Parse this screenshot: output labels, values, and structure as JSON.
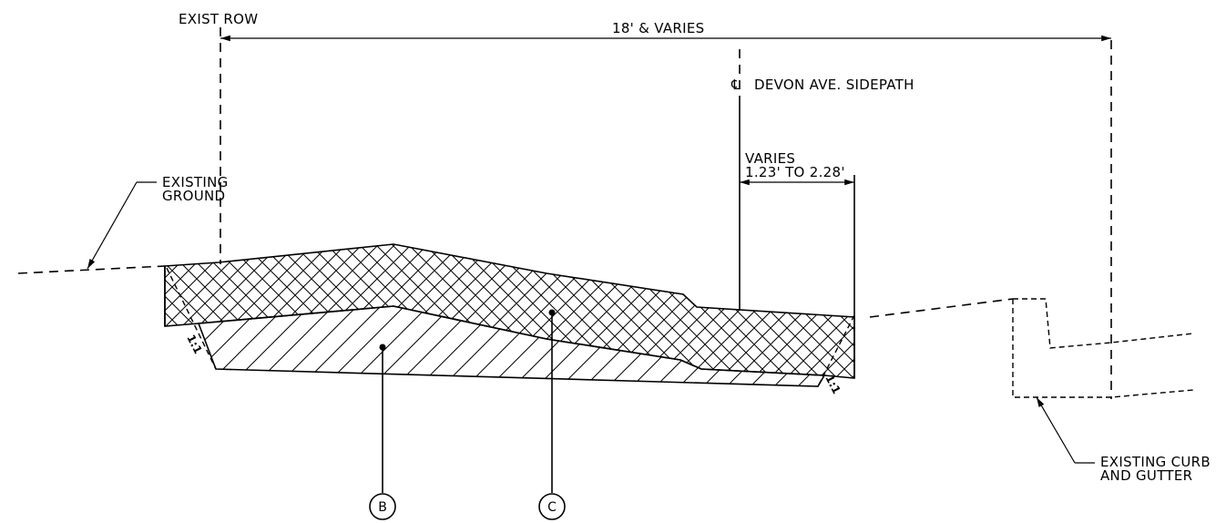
{
  "labels": {
    "exist_row": "EXIST ROW",
    "overall_width": "18' & VARIES",
    "centerline_symbol": "℄",
    "centerline": "DEVON AVE. SIDEPATH",
    "varies_line1": "VARIES",
    "varies_line2": "1.23' TO 2.28'",
    "existing_ground_line1": "EXISTING",
    "existing_ground_line2": "GROUND",
    "existing_curb_line1": "EXISTING CURB",
    "existing_curb_line2": "AND GUTTER",
    "slope_left": "1:1",
    "slope_right": "1:1"
  },
  "callouts": {
    "b": "B",
    "c": "C"
  }
}
